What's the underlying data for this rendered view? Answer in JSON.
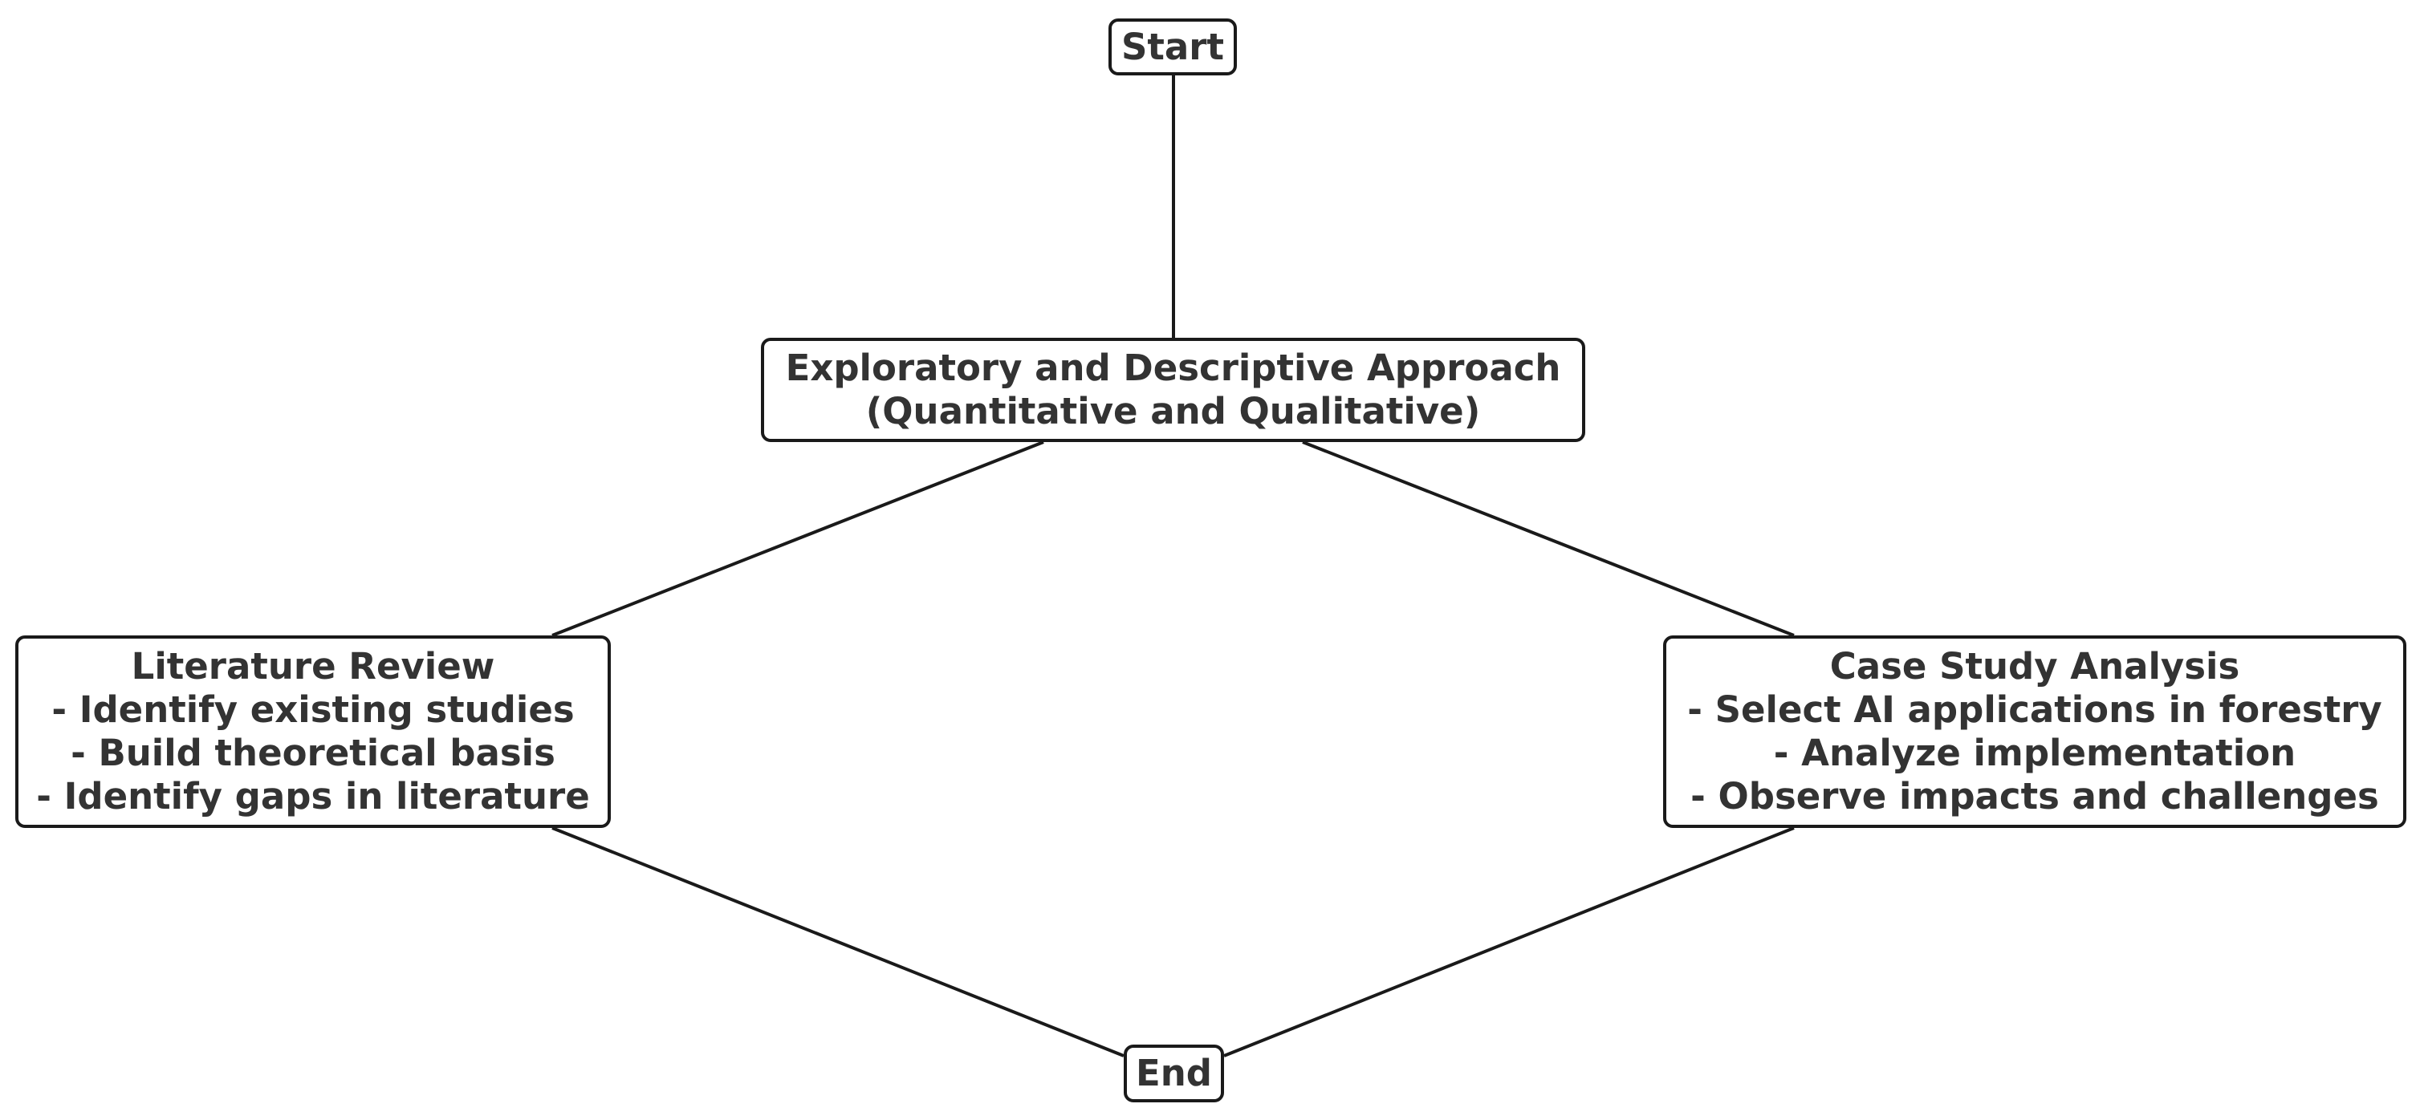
{
  "diagram": {
    "nodes": {
      "start": {
        "lines": [
          "Start"
        ]
      },
      "approach": {
        "lines": [
          "Exploratory and Descriptive Approach",
          "(Quantitative and Qualitative)"
        ]
      },
      "literature_review": {
        "lines": [
          "Literature Review",
          "- Identify existing studies",
          "- Build theoretical basis",
          "- Identify gaps in literature"
        ]
      },
      "case_study": {
        "lines": [
          "Case Study Analysis",
          "- Select AI applications in forestry",
          "- Analyze implementation",
          "- Observe impacts and challenges"
        ]
      },
      "end": {
        "lines": [
          "End"
        ]
      }
    },
    "edges": [
      {
        "from": "start",
        "to": "approach"
      },
      {
        "from": "approach",
        "to": "literature_review"
      },
      {
        "from": "approach",
        "to": "case_study"
      },
      {
        "from": "literature_review",
        "to": "end"
      },
      {
        "from": "case_study",
        "to": "end"
      }
    ],
    "colors": {
      "text": "#333333",
      "border": "#1a1a1a",
      "edge": "#1a1a1a",
      "background": "#ffffff"
    }
  }
}
